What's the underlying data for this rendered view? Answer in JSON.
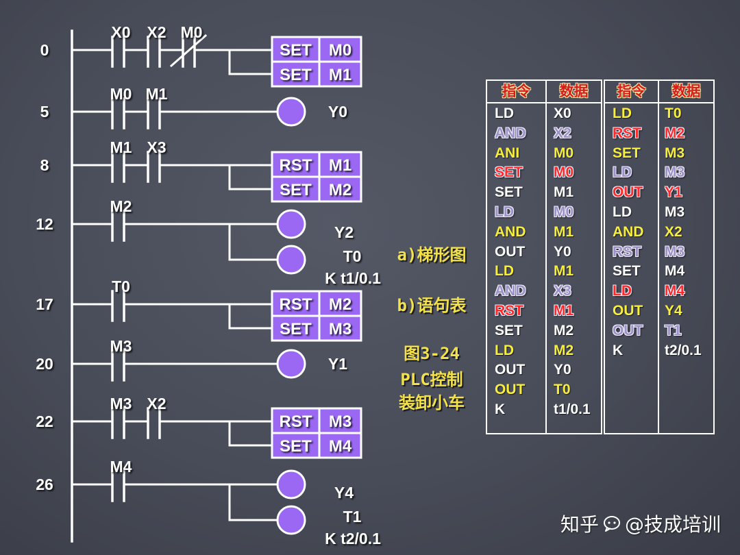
{
  "ladder": {
    "rungs": [
      {
        "step": "0",
        "contacts": [
          {
            "label": "X0",
            "nc": false
          },
          {
            "label": "X2",
            "nc": false
          },
          {
            "label": "M0",
            "nc": true
          }
        ],
        "boxes": [
          {
            "instr": "SET",
            "operand": "M0"
          },
          {
            "instr": "SET",
            "operand": "M1"
          }
        ]
      },
      {
        "step": "5",
        "contacts": [
          {
            "label": "M0",
            "nc": false
          },
          {
            "label": "M1",
            "nc": false
          }
        ],
        "coils": [
          {
            "label": "Y0"
          }
        ]
      },
      {
        "step": "8",
        "contacts": [
          {
            "label": "M1",
            "nc": false
          },
          {
            "label": "X3",
            "nc": false
          }
        ],
        "boxes": [
          {
            "instr": "RST",
            "operand": "M1"
          },
          {
            "instr": "SET",
            "operand": "M2"
          }
        ]
      },
      {
        "step": "12",
        "contacts": [
          {
            "label": "M2",
            "nc": false
          }
        ],
        "coils": [
          {
            "label": "Y2"
          },
          {
            "label": "T0",
            "preset": "K t1/0.1"
          }
        ]
      },
      {
        "step": "17",
        "contacts": [
          {
            "label": "T0",
            "nc": false
          }
        ],
        "boxes": [
          {
            "instr": "RST",
            "operand": "M2"
          },
          {
            "instr": "SET",
            "operand": "M3"
          }
        ]
      },
      {
        "step": "20",
        "contacts": [
          {
            "label": "M3",
            "nc": false
          }
        ],
        "coils": [
          {
            "label": "Y1"
          }
        ]
      },
      {
        "step": "22",
        "contacts": [
          {
            "label": "M3",
            "nc": false
          },
          {
            "label": "X2",
            "nc": false
          }
        ],
        "boxes": [
          {
            "instr": "RST",
            "operand": "M3"
          },
          {
            "instr": "SET",
            "operand": "M4"
          }
        ]
      },
      {
        "step": "26",
        "contacts": [
          {
            "label": "M4",
            "nc": false
          }
        ],
        "coils": [
          {
            "label": "Y4"
          },
          {
            "label": "T1",
            "preset": "K t2/0.1"
          }
        ]
      }
    ]
  },
  "captions": {
    "ladder": "a)梯形图",
    "list": "b)语句表",
    "figure": "图3-24",
    "title_line1": "PLC控制",
    "title_line2": "装卸小车"
  },
  "instruction_table": {
    "headers": [
      "指令",
      "数据",
      "指令",
      "数据"
    ],
    "left": [
      {
        "instr": "LD",
        "data": "X0",
        "color": "white"
      },
      {
        "instr": "AND",
        "data": "X2",
        "color": "muted"
      },
      {
        "instr": "ANI",
        "data": "M0",
        "color": "yellow"
      },
      {
        "instr": "SET",
        "data": "M0",
        "color": "red"
      },
      {
        "instr": "SET",
        "data": "M1",
        "color": "white"
      },
      {
        "instr": "LD",
        "data": "M0",
        "color": "muted"
      },
      {
        "instr": "AND",
        "data": "M1",
        "color": "yellow"
      },
      {
        "instr": "OUT",
        "data": "Y0",
        "color": "white"
      },
      {
        "instr": "LD",
        "data": "M1",
        "color": "yellow"
      },
      {
        "instr": "AND",
        "data": "X3",
        "color": "muted"
      },
      {
        "instr": "RST",
        "data": "M1",
        "color": "red"
      },
      {
        "instr": "SET",
        "data": "M2",
        "color": "white"
      },
      {
        "instr": "LD",
        "data": "M2",
        "color": "yellow"
      },
      {
        "instr": "OUT",
        "data": "Y0",
        "color": "white"
      },
      {
        "instr": "OUT",
        "data": "T0",
        "color": "yellow"
      },
      {
        "instr": "K",
        "data": "t1/0.1",
        "color": "white"
      }
    ],
    "right": [
      {
        "instr": "LD",
        "data": "T0",
        "color": "yellow"
      },
      {
        "instr": "RST",
        "data": "M2",
        "color": "red"
      },
      {
        "instr": "SET",
        "data": "M3",
        "color": "yellow"
      },
      {
        "instr": "LD",
        "data": "M3",
        "color": "muted"
      },
      {
        "instr": "OUT",
        "data": "Y1",
        "color": "red"
      },
      {
        "instr": "LD",
        "data": "M3",
        "color": "white"
      },
      {
        "instr": "AND",
        "data": "X2",
        "color": "yellow"
      },
      {
        "instr": "RST",
        "data": "M3",
        "color": "muted"
      },
      {
        "instr": "SET",
        "data": "M4",
        "color": "white"
      },
      {
        "instr": "LD",
        "data": "M4",
        "color": "red"
      },
      {
        "instr": "OUT",
        "data": "Y4",
        "color": "yellow"
      },
      {
        "instr": "OUT",
        "data": "T1",
        "color": "muted"
      },
      {
        "instr": "K",
        "data": "t2/0.1",
        "color": "white"
      }
    ]
  },
  "colors": {
    "white": "#ffffff",
    "yellow": "#f8ee3c",
    "red": "#ff2a2a",
    "muted": "#9a92c8",
    "element_fill": "#9a68f3",
    "caption": "#f3e14b",
    "header": "#d61c1c"
  },
  "watermark": {
    "platform": "知乎",
    "account": "@技成培训",
    "icon": "chat-bubble-icon"
  }
}
